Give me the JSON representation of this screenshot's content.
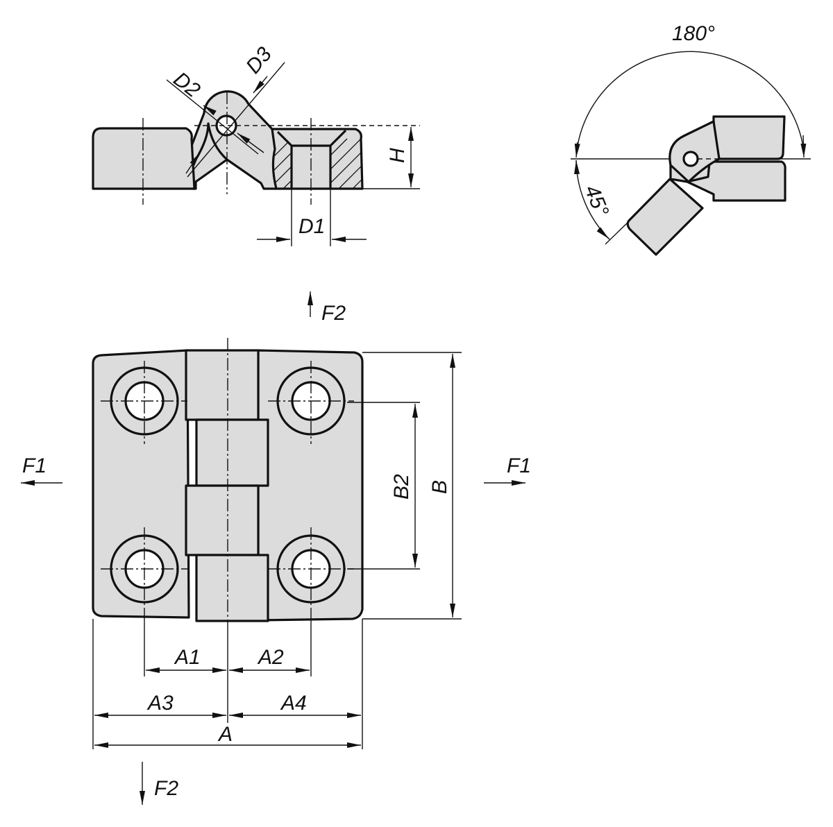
{
  "title": "Hinge dimension drawing",
  "side_view": {
    "labels": {
      "d2": "D2",
      "d3": "D3",
      "h": "H",
      "d1": "D1"
    }
  },
  "rotation_view": {
    "labels": {
      "open_angle": "180°",
      "close_angle": "45°"
    }
  },
  "front_view": {
    "labels": {
      "f2_top": "F2",
      "f1_left": "F1",
      "f1_right": "F1",
      "b2": "B2",
      "b": "B",
      "a1": "A1",
      "a2": "A2",
      "a3": "A3",
      "a4": "A4",
      "a": "A",
      "f2_bottom": "F2"
    }
  },
  "colors": {
    "part_fill": "#dcdcdc",
    "line": "#111111"
  }
}
